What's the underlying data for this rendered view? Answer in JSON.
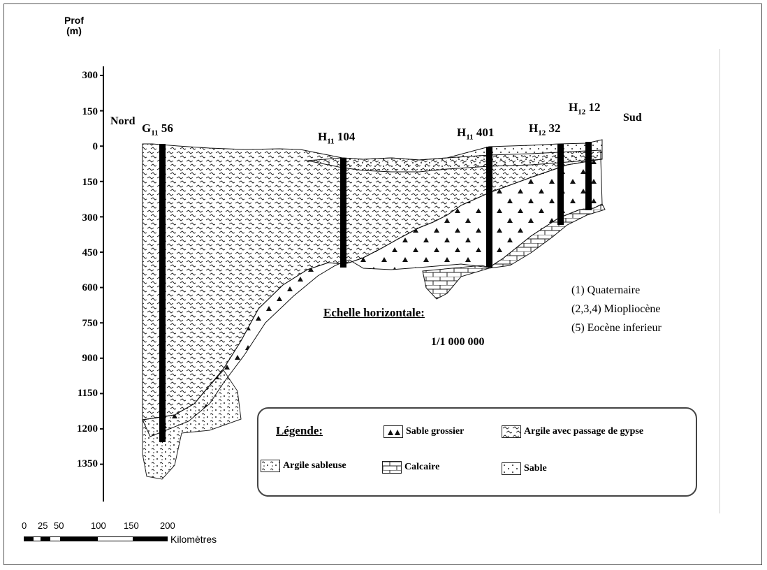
{
  "y_axis": {
    "title_line1": "Prof",
    "title_line2": "(m)",
    "ticks": [
      "300",
      "150",
      "0",
      "150",
      "300",
      "450",
      "600",
      "750",
      "900",
      "1150",
      "1200",
      "1350"
    ]
  },
  "directions": {
    "north": "Nord",
    "south": "Sud"
  },
  "wells": [
    {
      "main": "G",
      "sub": "11",
      "num": "56"
    },
    {
      "main": "H",
      "sub": "11",
      "num": "104"
    },
    {
      "main": "H",
      "sub": "11",
      "num": "401"
    },
    {
      "main": "H",
      "sub": "12",
      "num": "32"
    },
    {
      "main": "H",
      "sub": "12",
      "num": "12"
    }
  ],
  "ages": [
    "(1) Quaternaire",
    "(2,3,4) Miopliocène",
    "(5) Eocène inferieur"
  ],
  "scale_text": {
    "label": "Echelle horizontale:",
    "ratio": "1/1 000 000"
  },
  "legend": {
    "title": "Légende:",
    "items": [
      {
        "label": "Sable grossier",
        "pattern": "coarse-sand"
      },
      {
        "label": "Argile avec passage de gypse",
        "pattern": "clay-gypsum"
      },
      {
        "label": "Argile sableuse",
        "pattern": "sandy-clay"
      },
      {
        "label": "Calcaire",
        "pattern": "limestone"
      },
      {
        "label": "Sable",
        "pattern": "sand"
      }
    ]
  },
  "scale_bar": {
    "numbers": [
      "0",
      "25",
      "50",
      "100",
      "150",
      "200"
    ],
    "unit": "Kilomètres"
  }
}
